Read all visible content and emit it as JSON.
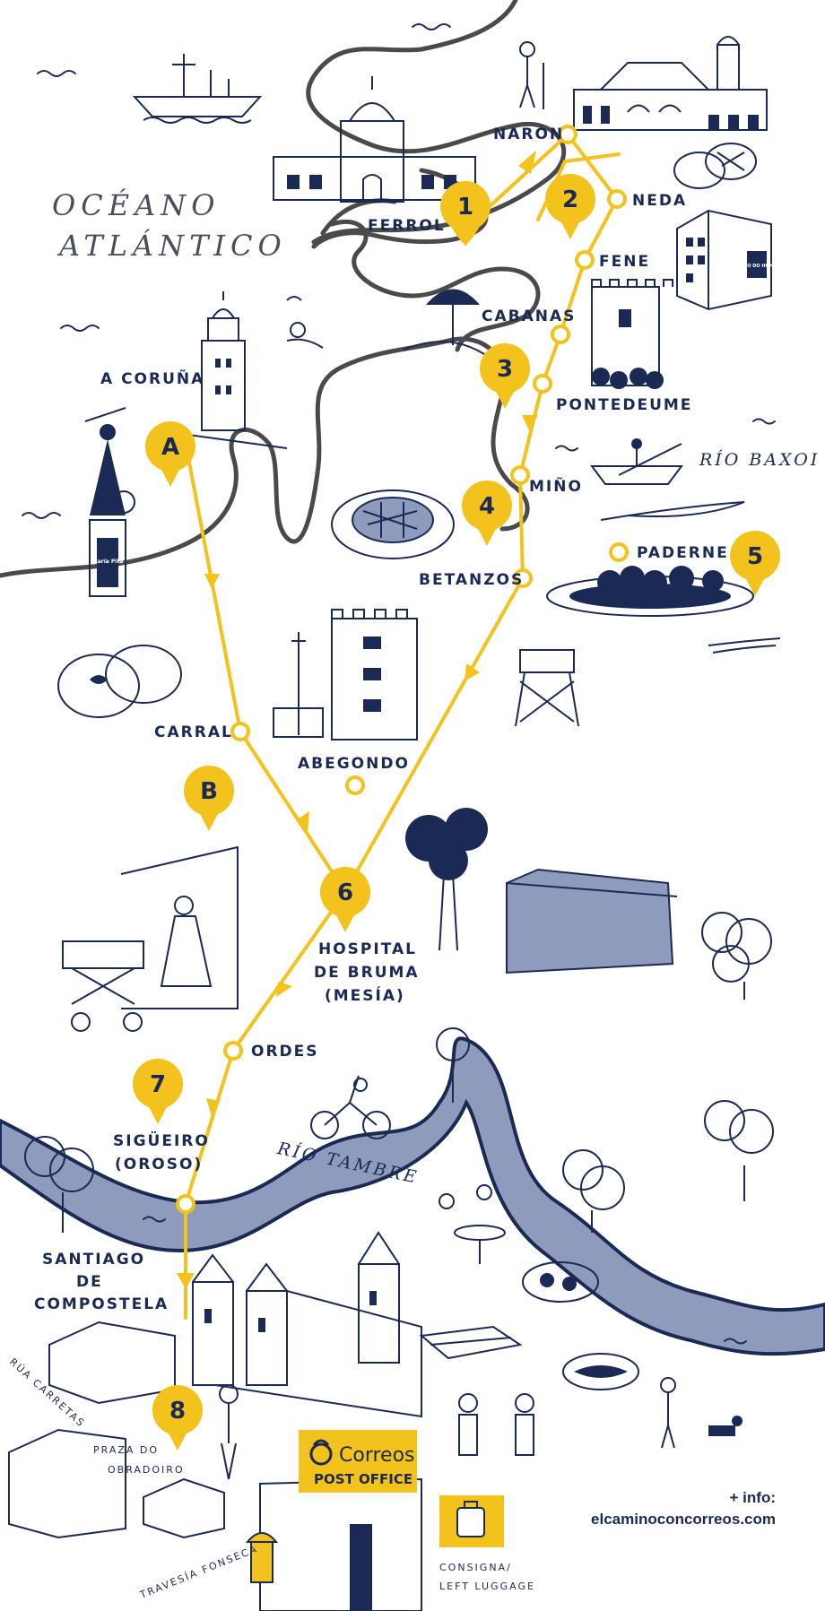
{
  "ocean_label": [
    "OCÉANO",
    "ATLÁNTICO"
  ],
  "colors": {
    "route": "#f4c21c",
    "ink": "#1b2a55",
    "coast": "#4a4a4a",
    "river": "#8e9bbd",
    "white": "#ffffff"
  },
  "stages": [
    {
      "id": "1",
      "label": "1"
    },
    {
      "id": "2",
      "label": "2"
    },
    {
      "id": "3",
      "label": "3"
    },
    {
      "id": "4",
      "label": "4"
    },
    {
      "id": "5",
      "label": "5"
    },
    {
      "id": "6",
      "label": "6"
    },
    {
      "id": "7",
      "label": "7"
    },
    {
      "id": "8",
      "label": "8"
    },
    {
      "id": "A",
      "label": "A"
    },
    {
      "id": "B",
      "label": "B"
    }
  ],
  "places": {
    "naron": "NARÓN",
    "neda": "NEDA",
    "ferrol": "FERROL",
    "fene": "FENE",
    "cabanas": "CABANAS",
    "pontedeume": "PONTEDEUME",
    "acoruna": "A CORUÑA",
    "mino": "MIÑO",
    "betanzos": "BETANZOS",
    "paderne": "PADERNE",
    "carral": "CARRAL",
    "abegondo": "ABEGONDO",
    "hospital": [
      "HOSPITAL",
      "DE BRUMA",
      "(MESÍA)"
    ],
    "ordes": "ORDES",
    "sigueiro": [
      "SIGÜEIRO",
      "(OROSO)"
    ],
    "santiago": [
      "SANTIAGO",
      "DE",
      "COMPOSTELA"
    ],
    "praza": [
      "PRAZA DO",
      "OBRADOIRO"
    ]
  },
  "rivers": {
    "baxoi": "RÍO BAXOI",
    "tambre": "RÍO TAMBRE"
  },
  "streets": {
    "carretas": "RÚA CARRETAS",
    "fonseca": "TRAVESÍA FONSECA"
  },
  "landmarks": {
    "humor_museum_sign": "MUSEO DO HUMOR",
    "statue_plinth": "María Pita"
  },
  "correos": {
    "brand": "Correos",
    "sub": "POST OFFICE"
  },
  "luggage": [
    "CONSIGNA/",
    "LEFT LUGGAGE"
  ],
  "info": {
    "label": "+ info:",
    "url": "elcaminoconcorreos.com"
  }
}
